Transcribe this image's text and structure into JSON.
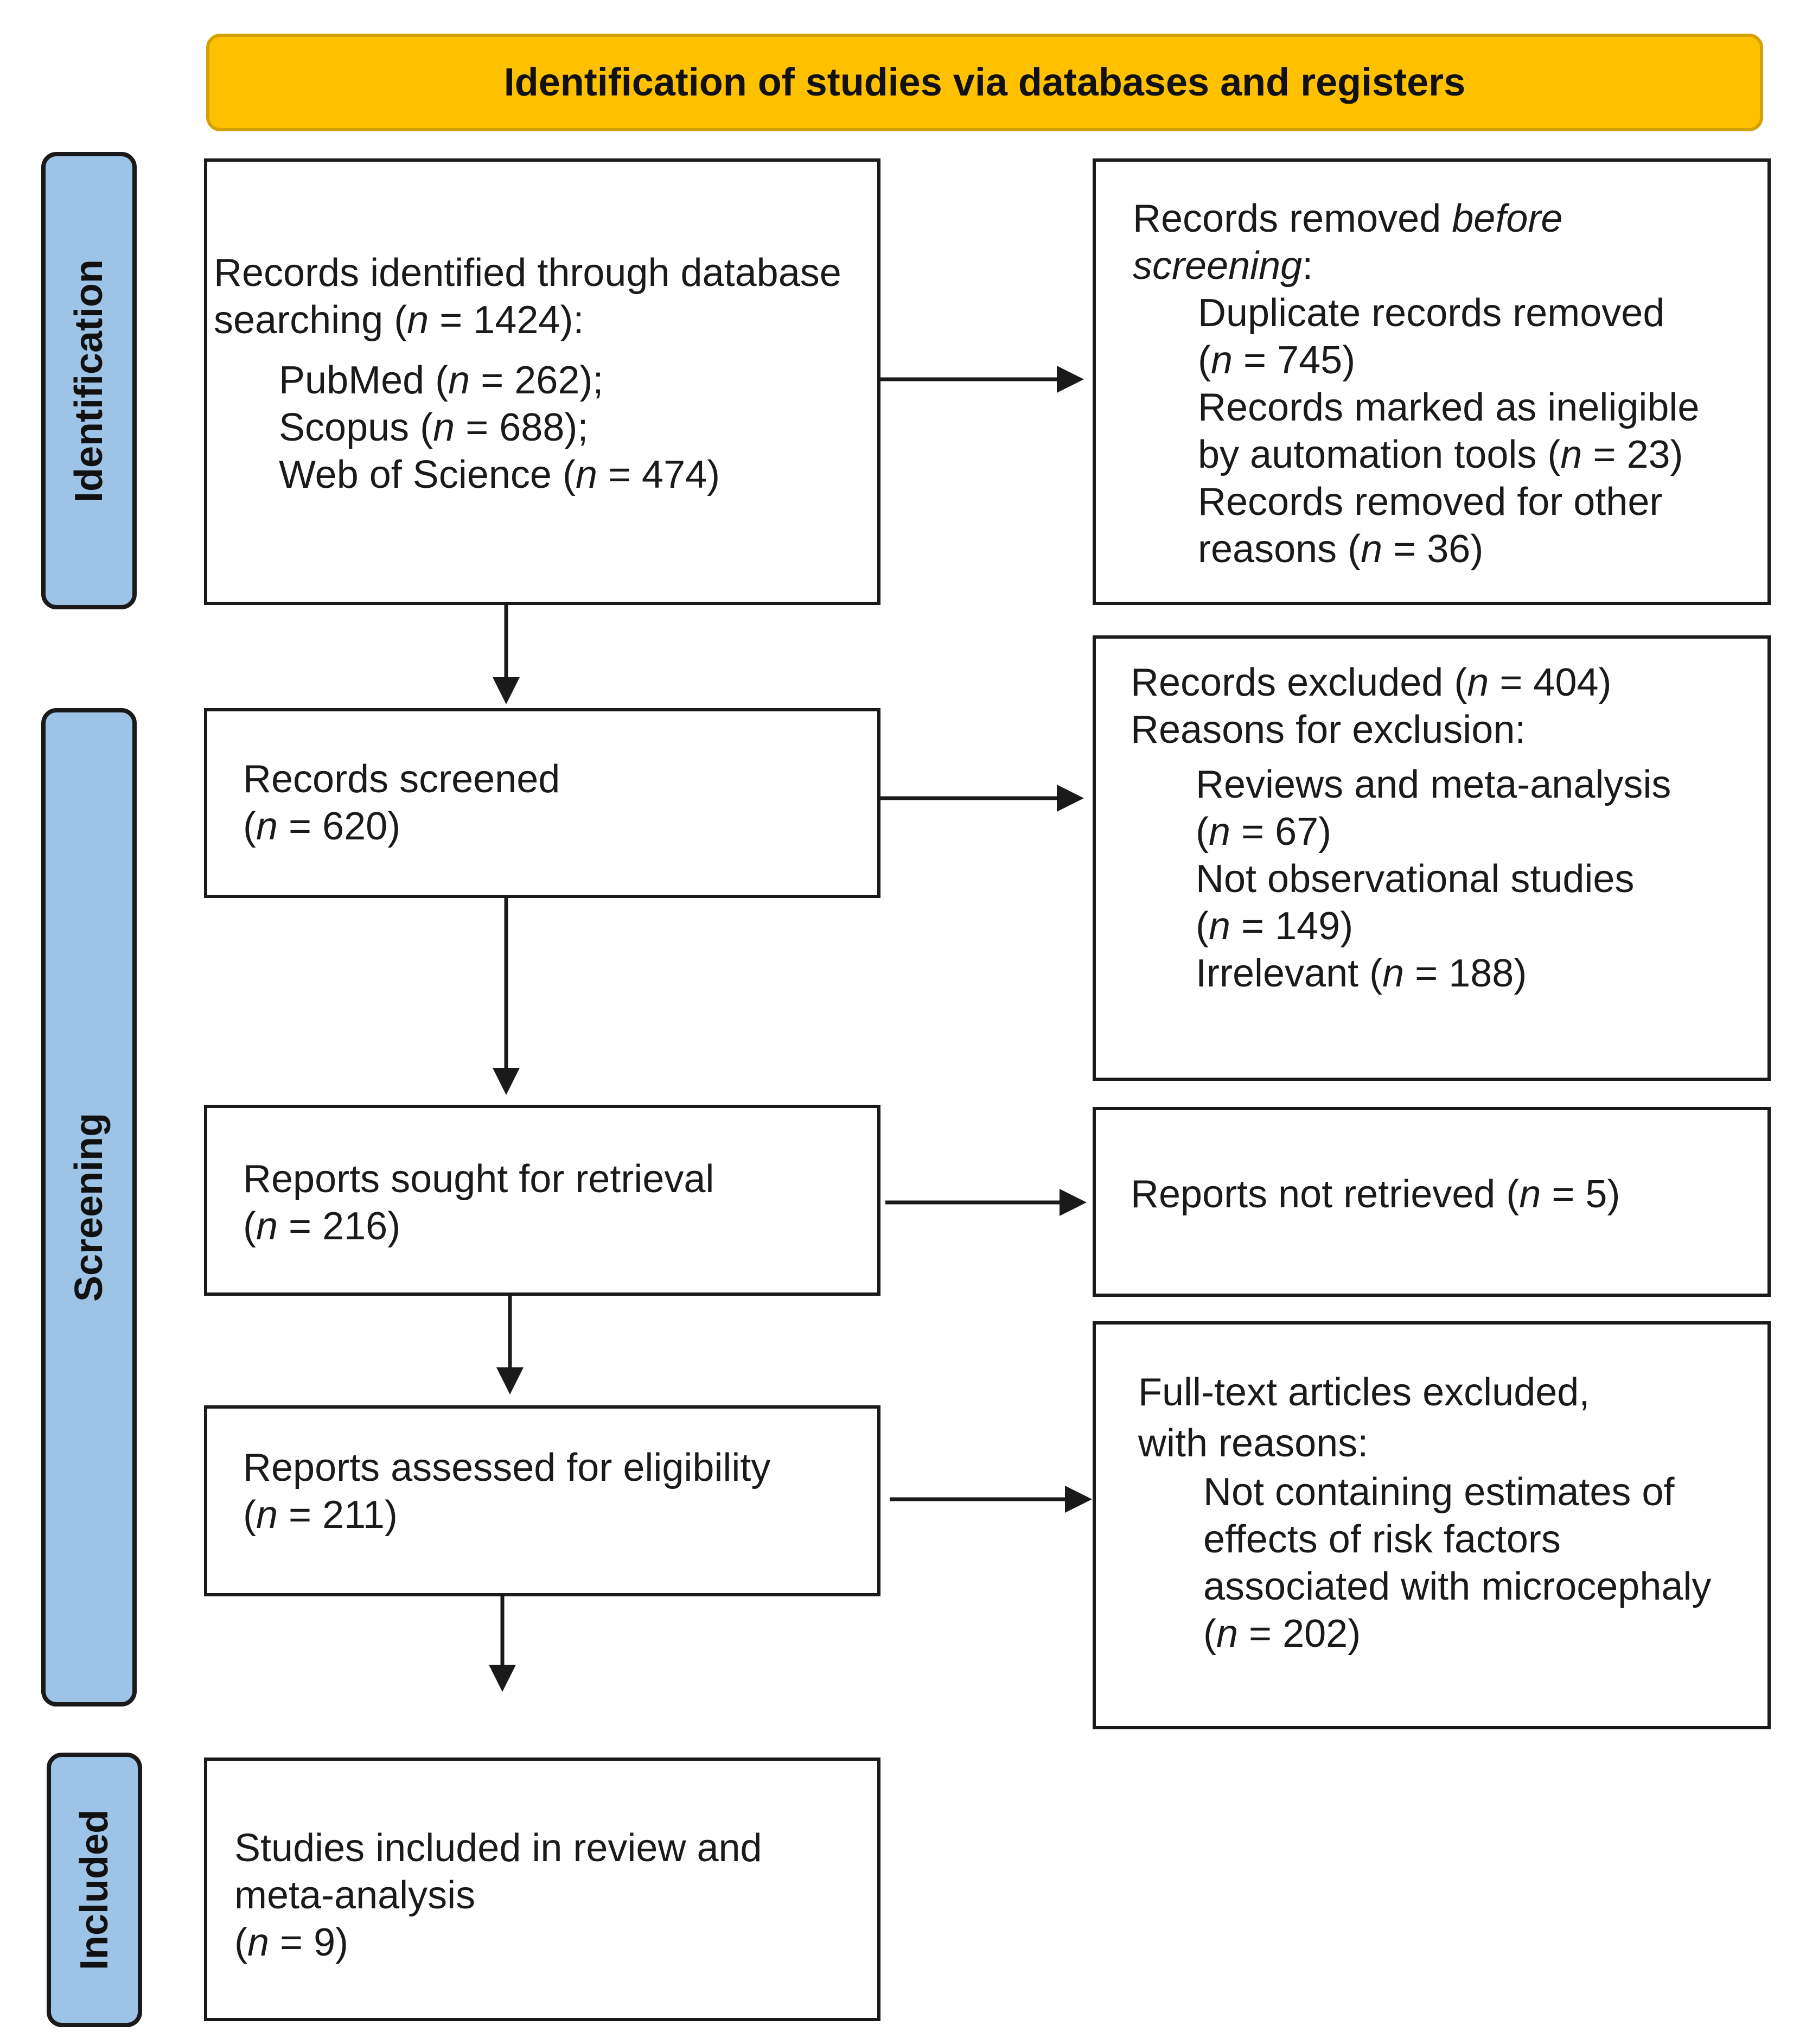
{
  "header": {
    "title": "Identification of studies via databases and registers"
  },
  "phases": {
    "identification": "Identification",
    "screening": "Screening",
    "included": "Included"
  },
  "boxes": {
    "records_identified": {
      "line1": "Records identified through database",
      "line2a": "searching (",
      "n": "n",
      "line2b": " = 1424):",
      "pubmed_a": "PubMed (",
      "pubmed_b": " = 262);",
      "scopus_a": "Scopus (",
      "scopus_b": " = 688);",
      "wos_a": "Web of Science (",
      "wos_b": " = 474)"
    },
    "records_removed": {
      "line1a": "Records removed ",
      "line1b": "before",
      "line2a": "screening",
      "line2b": ":",
      "dup1": "Duplicate records removed",
      "dup2a": "(",
      "dup2b": " = 745)",
      "inel1": "Records marked as ineligible",
      "inel2a": "by automation tools (",
      "inel2b": " = 23)",
      "other1": "Records removed for other",
      "other2a": "reasons (",
      "other2b": " = 36)"
    },
    "records_screened": {
      "line1": "Records screened",
      "line2a": "(",
      "line2b": " = 620)"
    },
    "records_excluded": {
      "line1a": "Records excluded (",
      "line1b": " = 404)",
      "line2": "Reasons for exclusion:",
      "rev1": "Reviews and meta-analysis",
      "rev2a": "(",
      "rev2b": " = 67)",
      "obs1": "Not observational studies",
      "obs2a": "(",
      "obs2b": " = 149)",
      "irr_a": "Irrelevant (",
      "irr_b": " = 188)"
    },
    "reports_sought": {
      "line1": "Reports sought for retrieval",
      "line2a": "(",
      "line2b": " = 216)"
    },
    "reports_not_retrieved": {
      "line1a": "Reports not retrieved (",
      "line1b": " = 5)"
    },
    "reports_assessed": {
      "line1": "Reports assessed for eligibility",
      "line2a": "(",
      "line2b": " = 211)"
    },
    "fulltext_excluded": {
      "line1": "Full-text articles excluded,",
      "line2": "with reasons:",
      "r1": "Not containing estimates of",
      "r2": "effects of risk factors",
      "r3": "associated with microcephaly",
      "r4a": "(",
      "r4b": " = 202)"
    },
    "studies_included": {
      "line1": "Studies included in review and",
      "line2": "meta-analysis",
      "line3a": "(",
      "line3b": " = 9)"
    }
  }
}
